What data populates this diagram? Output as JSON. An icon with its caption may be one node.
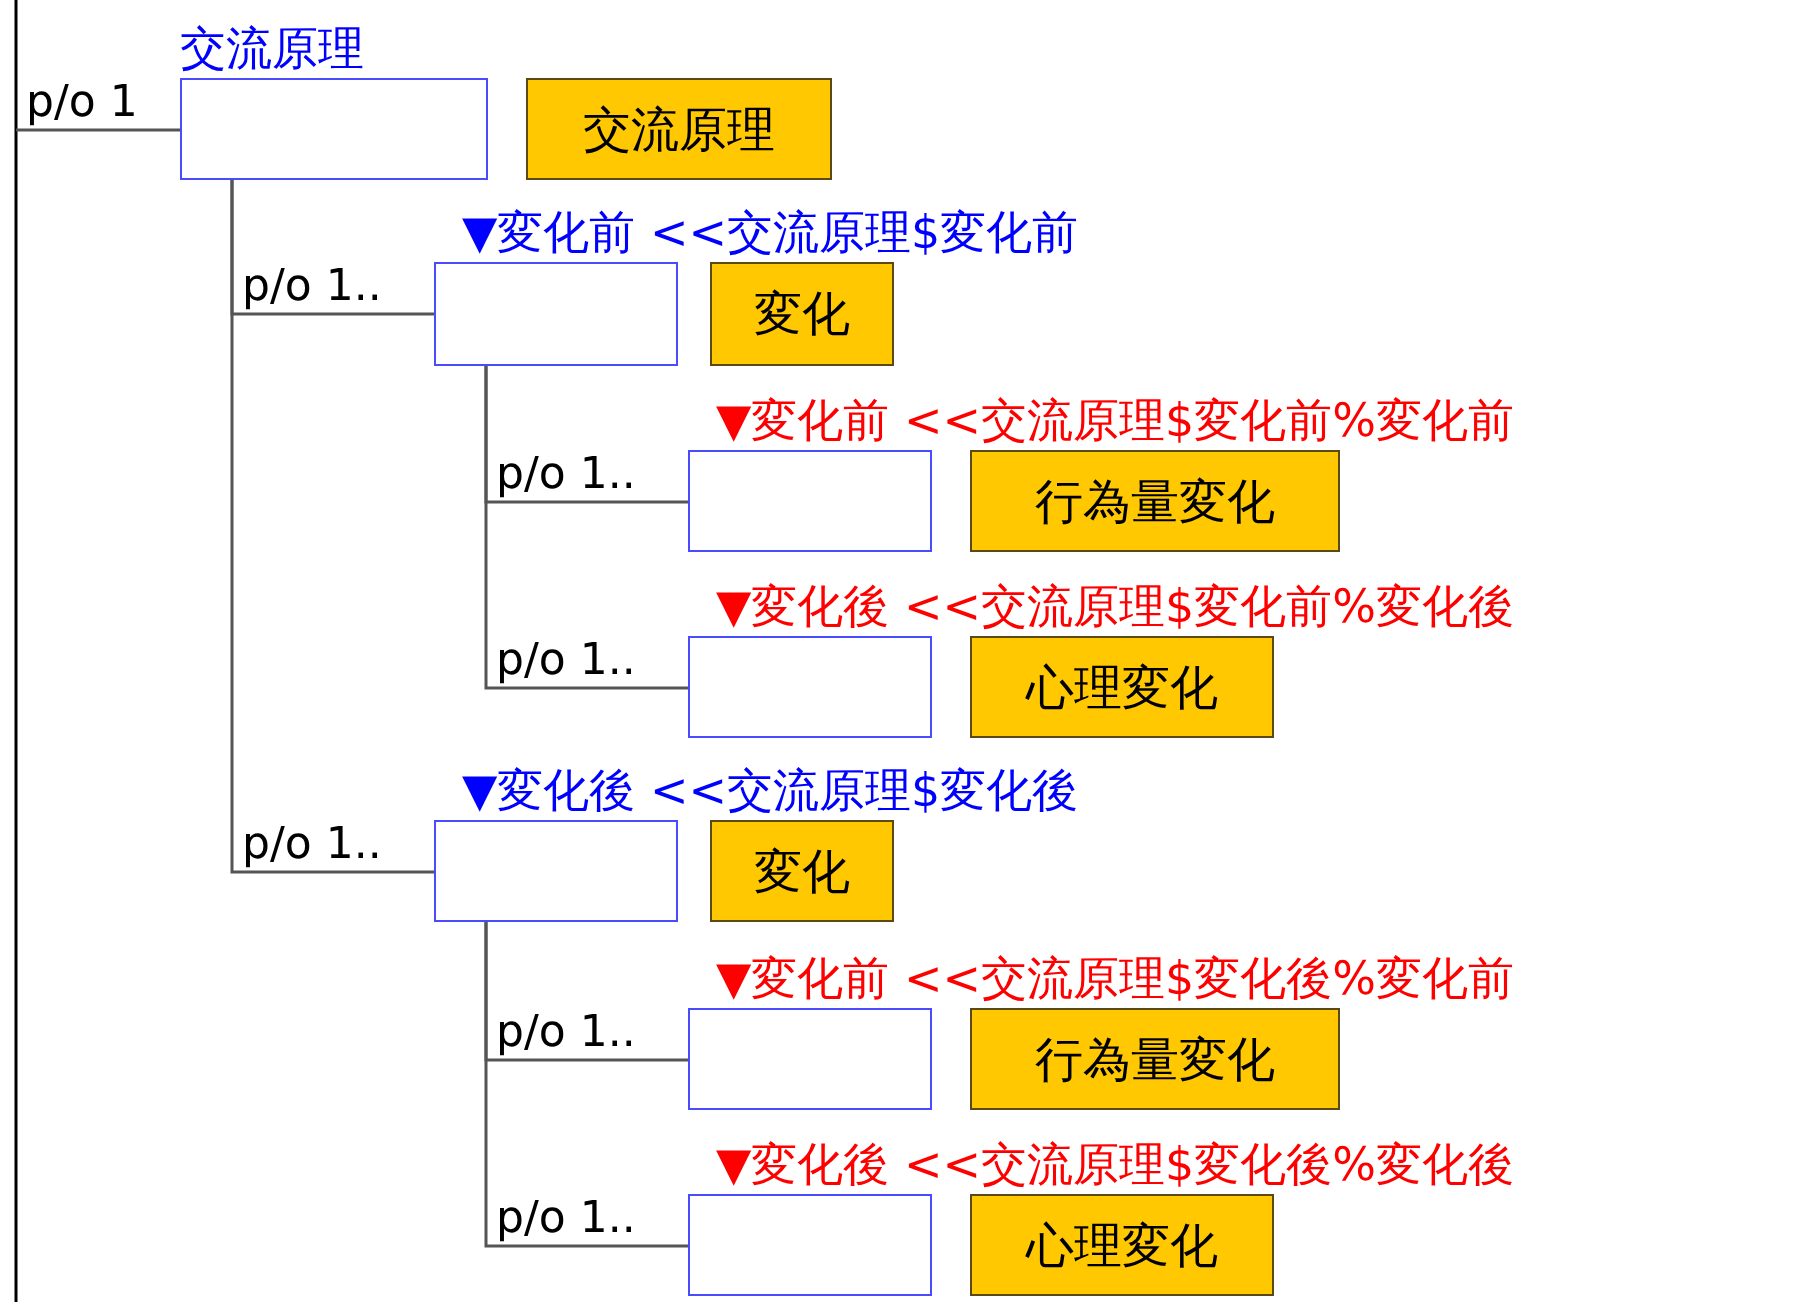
{
  "diagram": {
    "nodes": [
      {
        "text": [
          "交流原理"
        ]
      },
      {
        "text": [
          "交流原理"
        ]
      },
      {
        "text": [
          "▼変化前 <<交流原理$変化前"
        ]
      },
      {
        "text": [
          "変化"
        ]
      },
      {
        "text": [
          "▼変化前 <<交流原理$変化前%変化前"
        ]
      },
      {
        "text": [
          "行為量変化"
        ]
      },
      {
        "text": [
          "▼変化後 <<交流原理$変化前%変化後"
        ]
      },
      {
        "text": [
          "心理変化"
        ]
      },
      {
        "text": [
          "▼変化後 <<交流原理$変化後"
        ]
      },
      {
        "text": [
          "変化"
        ]
      },
      {
        "text": [
          "▼変化前 <<交流原理$変化後%変化前"
        ]
      },
      {
        "text": [
          "行為量変化"
        ]
      },
      {
        "text": [
          "▼変化後 <<交流原理$変化後%変化後"
        ]
      },
      {
        "text": [
          "心理変化"
        ]
      }
    ],
    "edges": [
      {
        "from": null,
        "to": 0,
        "arrow": "none",
        "label": "p/o 1"
      },
      {
        "from": 0,
        "to": 2,
        "arrow": "none",
        "label": "p/o 1.."
      },
      {
        "from": 2,
        "to": 4,
        "arrow": "none",
        "label": "p/o 1.."
      },
      {
        "from": 2,
        "to": 6,
        "arrow": "none",
        "label": "p/o 1.."
      },
      {
        "from": 0,
        "to": 8,
        "arrow": "none",
        "label": "p/o 1.."
      },
      {
        "from": 8,
        "to": 10,
        "arrow": "none",
        "label": "p/o 1.."
      },
      {
        "from": 8,
        "to": 12,
        "arrow": "none",
        "label": "p/o 1.."
      }
    ]
  }
}
